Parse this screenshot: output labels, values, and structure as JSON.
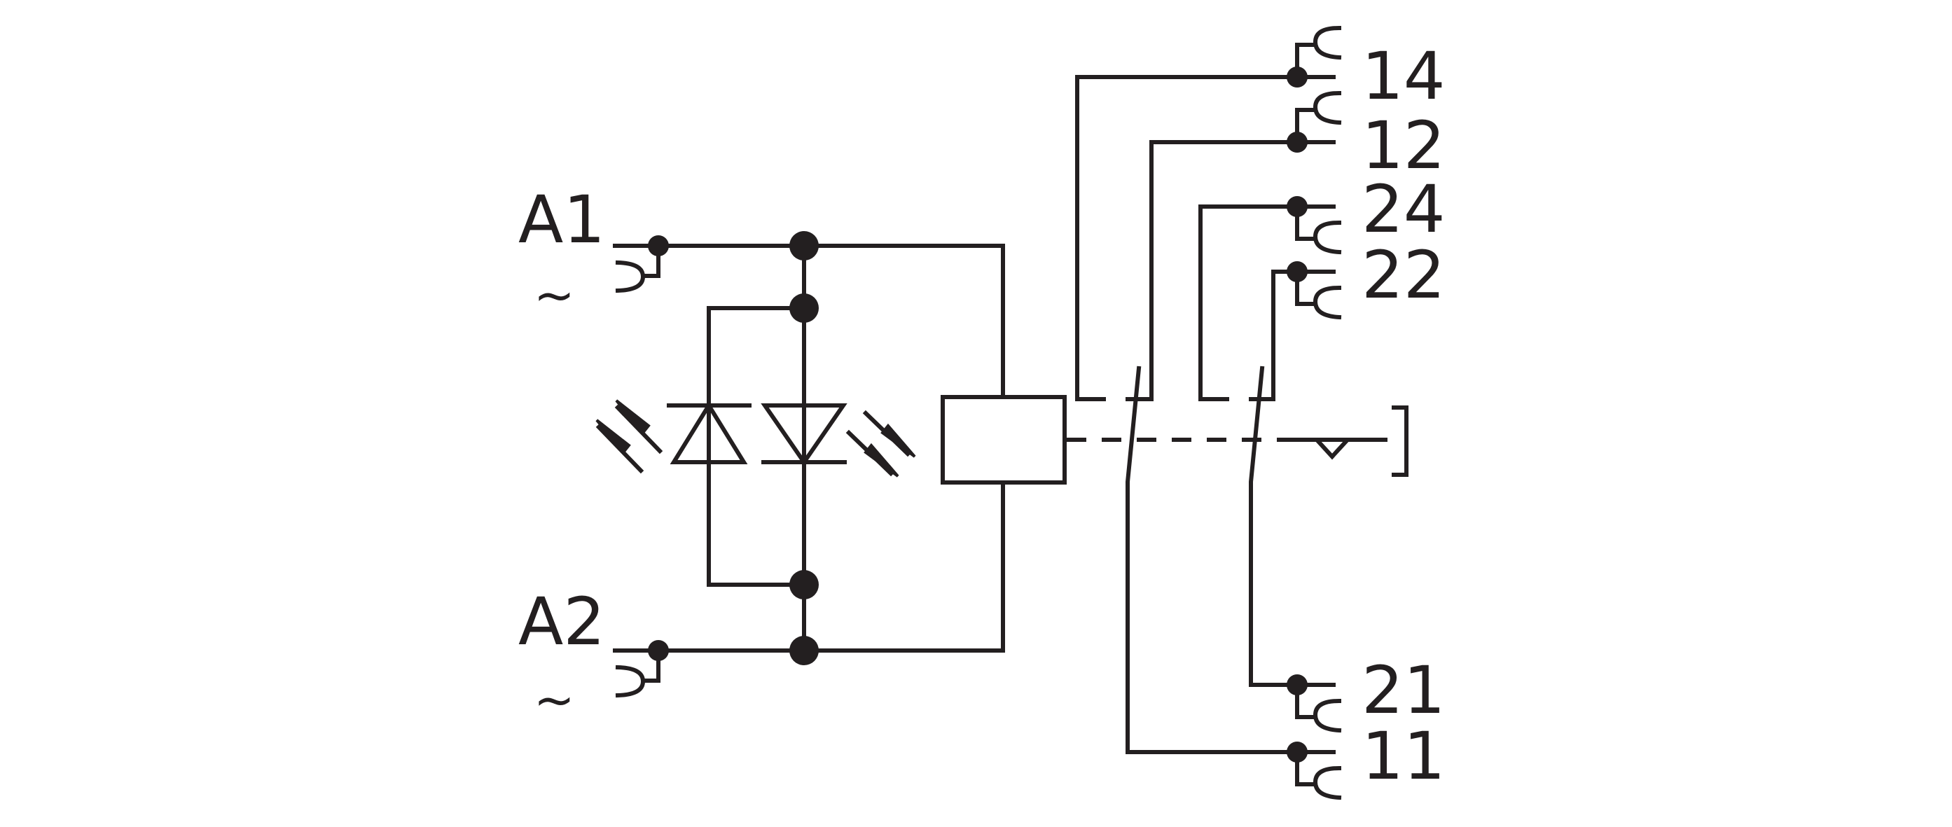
{
  "coil_terminals": [
    {
      "id": "A1",
      "label": "A1",
      "supply": "~"
    },
    {
      "id": "A2",
      "label": "A2",
      "supply": "~"
    }
  ],
  "contact_terminals": [
    {
      "id": "14",
      "label": "14"
    },
    {
      "id": "12",
      "label": "12"
    },
    {
      "id": "24",
      "label": "24"
    },
    {
      "id": "22",
      "label": "22"
    },
    {
      "id": "21",
      "label": "21"
    },
    {
      "id": "11",
      "label": "11"
    }
  ]
}
